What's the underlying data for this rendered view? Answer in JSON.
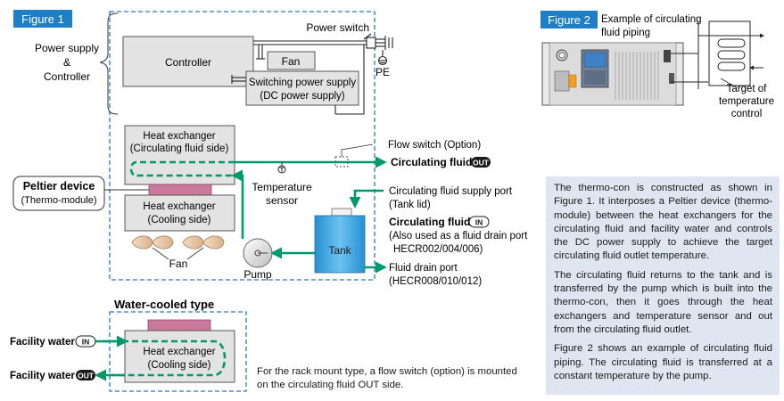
{
  "figure1": {
    "tag": "Figure 1",
    "power_supply_label": [
      "Power supply",
      "&",
      "Controller"
    ],
    "controller": "Controller",
    "fan_box": "Fan",
    "switching_ps": [
      "Switching power supply",
      "(DC power supply)"
    ],
    "power_switch": "Power switch",
    "pe": "PE",
    "heat_exchanger_fluid": [
      "Heat exchanger",
      "(Circulating fluid side)"
    ],
    "peltier": "Peltier device",
    "thermo_module": "(Thermo-module)",
    "heat_exchanger_cooling": [
      "Heat exchanger",
      "(Cooling side)"
    ],
    "fan": "Fan",
    "temperature_sensor": [
      "Temperature",
      "sensor"
    ],
    "pump": "Pump",
    "tank": "Tank",
    "flow_switch": "Flow switch (Option)",
    "circ_fluid": "Circulating fluid",
    "out_badge": "OUT",
    "in_badge": "IN",
    "supply_port": [
      "Circulating fluid supply port",
      "(Tank lid)"
    ],
    "drain_use": [
      "(Also used as a fluid drain port",
      "HECR002/004/006)"
    ],
    "drain_port": [
      "Fluid drain port",
      "(HECR008/010/012)"
    ]
  },
  "water_cooled": {
    "title": "Water-cooled type",
    "facility_water": "Facility water",
    "in_badge": "IN",
    "out_badge": "OUT",
    "heat_exchanger": [
      "Heat exchanger",
      "(Cooling side)"
    ]
  },
  "note": [
    "For the rack mount type, a flow switch (option) is mounted",
    "on the circulating fluid OUT side."
  ],
  "figure2": {
    "tag": "Figure 2",
    "caption": [
      "Example of circulating",
      "fluid piping"
    ],
    "target": [
      "Target of",
      "temperature",
      "control"
    ]
  },
  "description": [
    "The thermo-con is constructed as shown in Figure 1. It interposes a Peltier device (thermo-module) between the heat exchangers for the circulating fluid and facility water and controls the DC power supply to achieve the target circulating fluid outlet temperature.",
    "The circulating fluid returns to the tank and is transferred by the pump which is built into the thermo-con, then it goes through the heat exchangers and temperature sensor and out from the circulating fluid outlet.",
    "Figure 2 shows an example of circulating fluid piping. The circulating fluid is transferred at a constant temperature by the pump."
  ],
  "colors": {
    "tag_blue": "#1f7fc4",
    "flow_green": "#009a6a",
    "dash_blue": "#2b78c2",
    "box_gray": "#e3e3e3",
    "tank_blue": "#2a97d8",
    "peltier_pink": "#c9799b",
    "panel_bg": "#dfe6f1"
  }
}
